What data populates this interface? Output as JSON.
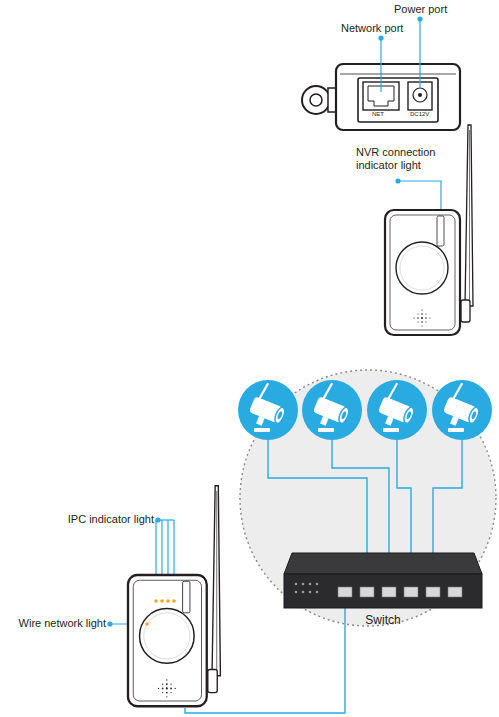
{
  "diagram": {
    "nodes": [
      {
        "text": [
          "Switch"
        ]
      }
    ],
    "labels": [
      "Power port",
      "Network port",
      "NET",
      "DC12V",
      "NVR connection indicator light",
      "IPC indicator light",
      "Wire network light"
    ]
  }
}
